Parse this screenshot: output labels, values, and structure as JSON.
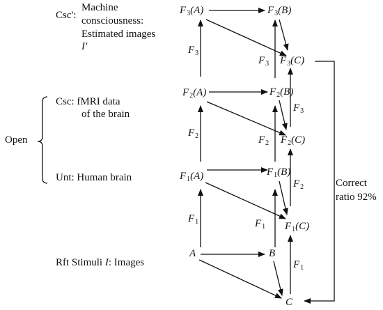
{
  "levels": {
    "csc_prime": {
      "tag": "Csc'",
      "sep": ":",
      "line1": "Machine",
      "line2": "consciousness:",
      "line3": "Estimated images",
      "line4": "I'"
    },
    "csc": {
      "tag": "Csc",
      "sep": ": ",
      "line1": "fMRI data",
      "line2": "of the brain"
    },
    "unt": {
      "tag": "Unt",
      "sep": ": ",
      "text": "Human brain"
    },
    "rft": {
      "tag": "Rft",
      "text_a": " Stimuli ",
      "italic_i": "I",
      "text_b": ": Images"
    }
  },
  "open_label": "Open",
  "nodes": {
    "A": "A",
    "B": "B",
    "C": "C",
    "F1A": {
      "f": "F",
      "sub": "1",
      "arg": "(A)"
    },
    "F1B": {
      "f": "F",
      "sub": "1",
      "arg": "(B)"
    },
    "F1C": {
      "f": "F",
      "sub": "1",
      "arg": "(C)"
    },
    "F2A": {
      "f": "F",
      "sub": "2",
      "arg": "(A)"
    },
    "F2B": {
      "f": "F",
      "sub": "2",
      "arg": "(B)"
    },
    "F2C": {
      "f": "F",
      "sub": "2",
      "arg": "(C)"
    },
    "F3A": {
      "f": "F",
      "sub": "3",
      "arg": "(A)"
    },
    "F3B": {
      "f": "F",
      "sub": "3",
      "arg": "(B)"
    },
    "F3C": {
      "f": "F",
      "sub": "3",
      "arg": "(C)"
    }
  },
  "functor_labels": {
    "f": "F",
    "one": "1",
    "two": "2",
    "three": "3"
  },
  "correct_ratio": {
    "line1": "Correct",
    "line2": "ratio 92%"
  }
}
